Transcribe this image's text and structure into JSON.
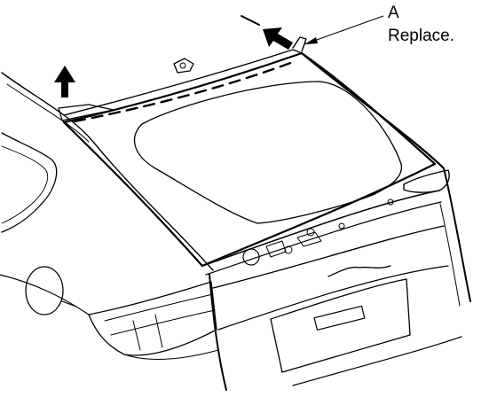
{
  "callout": {
    "letter": "A",
    "note": "Replace."
  },
  "icons": [
    "arrow-up-icon",
    "arrow-up-left-icon",
    "leader-line"
  ],
  "colors": {
    "ink": "#000000",
    "paper": "#ffffff"
  }
}
